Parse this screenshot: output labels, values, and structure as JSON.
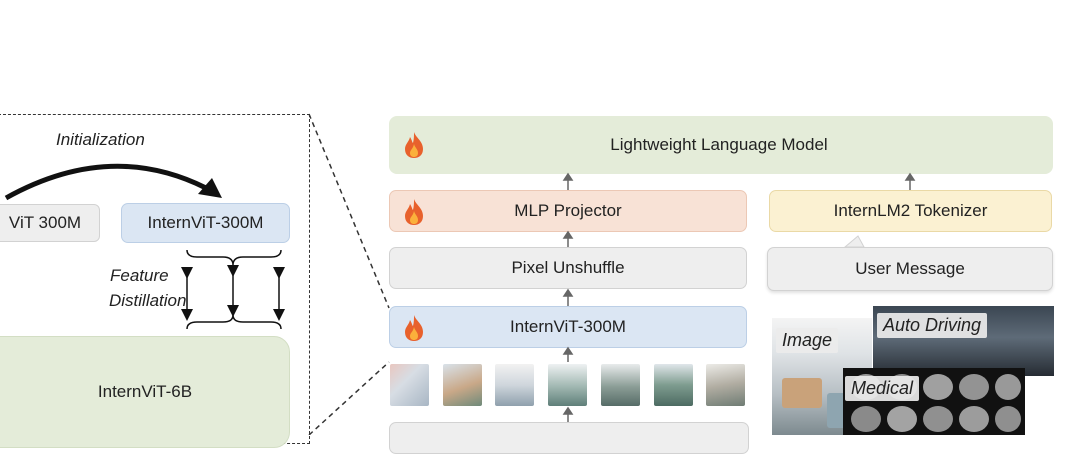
{
  "left_panel": {
    "initialization_label": "Initialization",
    "student_label_partial": "ViT 300M",
    "internvit_300m_label": "InternViT-300M",
    "feature_label": "Feature",
    "distillation_label": "Distillation",
    "internvit_6b_label": "InternViT-6B"
  },
  "right_panel": {
    "language_model_label": "Lightweight Language Model",
    "mlp_projector_label": "MLP Projector",
    "tokenizer_label": "InternLM2 Tokenizer",
    "pixel_unshuffle_label": "Pixel Unshuffle",
    "user_message_label": "User Message",
    "vision_encoder_label": "InternViT-300M"
  },
  "image_tags": {
    "image": "Image",
    "auto_driving": "Auto Driving",
    "medical": "Medical"
  },
  "colors": {
    "green": "#e4ecd9",
    "orange": "#f8e2d6",
    "yellow": "#fbf1d2",
    "grey": "#eeeeee",
    "blue": "#dbe6f3",
    "flame": "#e8612c"
  },
  "icons": [
    "flame-icon",
    "arrow-up-icon",
    "curved-arrow-icon",
    "double-arrow-icon"
  ]
}
